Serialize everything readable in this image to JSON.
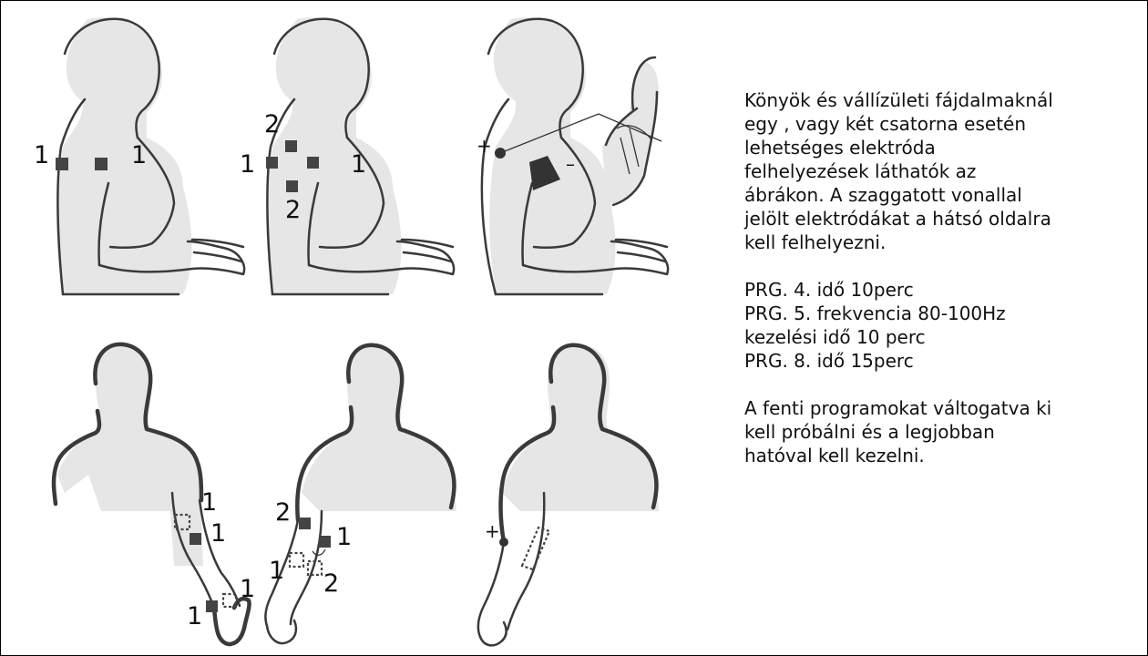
{
  "description_text": "Könyök és vállízületi fájdalmaknál\negy , vagy két csatorna esetén\nlehetséges elektróda\nfelhelyezések láthatók az\nábrákon. A szaggatott vonallal\njelölt elektródákat a hátsó oldalra\nkell felhelyezni.",
  "programs_text": "PRG. 4. idő 10perc\nPRG. 5. frekvencia 80-100Hz\nkezelési idő 10 perc\nPRG. 8. idő 15perc",
  "note_text": "A fenti programokat váltogatva ki\nkell próbálni és a legjobban\nhatóval kell kezelni.",
  "labels": {
    "one": "1",
    "two": "2",
    "plus": "+",
    "minus": "–"
  }
}
